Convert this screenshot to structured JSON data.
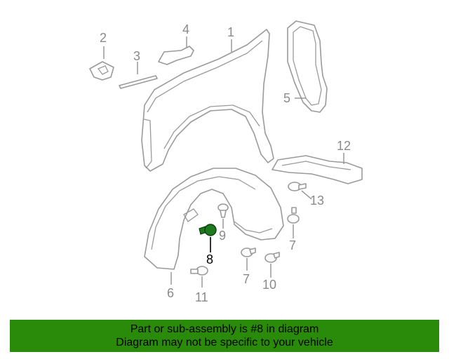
{
  "diagram": {
    "callouts": {
      "c1": "1",
      "c2": "2",
      "c3": "3",
      "c4": "4",
      "c5": "5",
      "c6": "6",
      "c7a": "7",
      "c7b": "7",
      "c8": "8",
      "c9": "9",
      "c10": "10",
      "c11": "11",
      "c12": "12",
      "c13": "13"
    },
    "highlight_part": "8",
    "highlight_color": "#1e7a1e"
  },
  "banner": {
    "line1": "Part or sub-assembly is #8 in diagram",
    "line2": "Diagram may not be specific to your vehicle",
    "background": "#2a8a0a"
  }
}
